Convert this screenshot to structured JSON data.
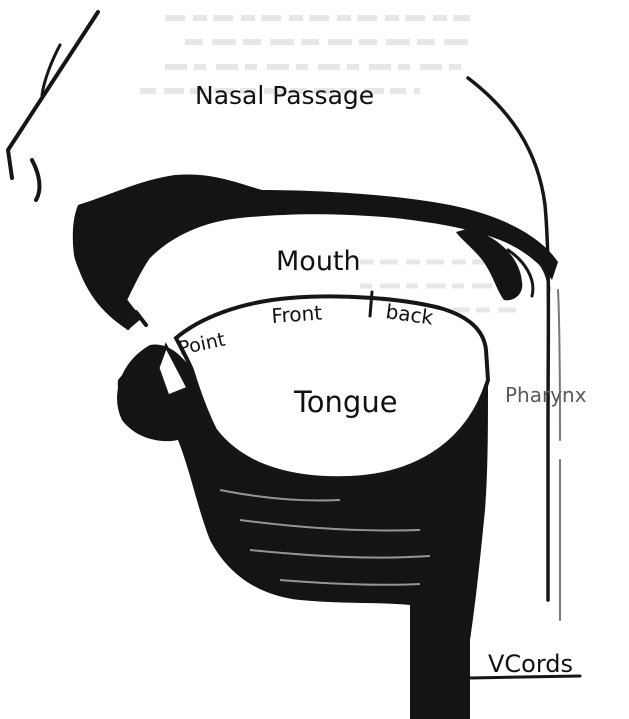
{
  "diagram": {
    "labels": {
      "nasal_passage": "Nasal Passage",
      "mouth": "Mouth",
      "point": "Point",
      "front": "Front",
      "back": "back",
      "tongue": "Tongue",
      "pharynx": "Pharynx",
      "vocal_cords": "VCords"
    },
    "colors": {
      "ink": "#141414",
      "paper": "#ffffff",
      "faint_ink": "#5a5a5a"
    }
  }
}
